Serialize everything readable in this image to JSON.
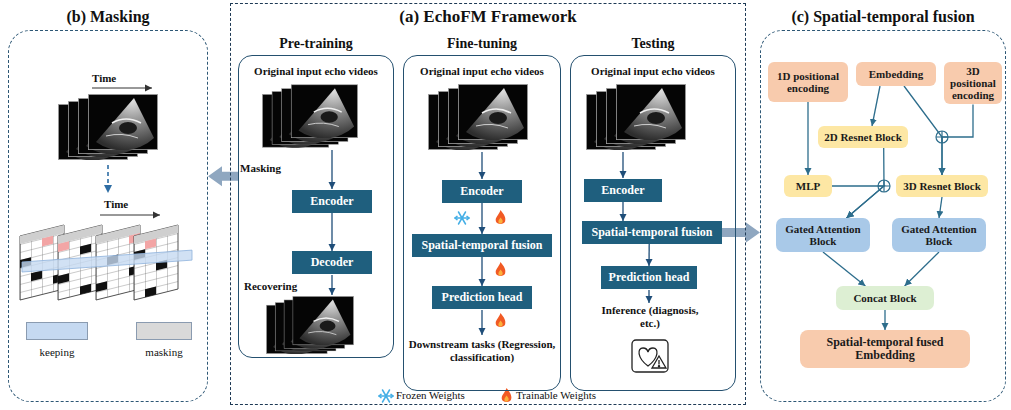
{
  "diagram": {
    "nodes": [
      {
        "text": [
          "(b) Masking"
        ]
      },
      {
        "text": [
          "(a) EchoFM Framework"
        ]
      },
      {
        "text": [
          "Pre-training",
          "Original input echo videos"
        ],
        "in": 1
      },
      {
        "text": [
          "Encoder"
        ],
        "in": 2
      },
      {
        "text": [
          "Decoder"
        ],
        "in": 2
      },
      {
        "text": [
          "Fine-tuning",
          "Original input echo videos"
        ],
        "in": 1
      },
      {
        "text": [
          "Encoder"
        ],
        "in": 5
      },
      {
        "text": [
          "Spatial-temporal fusion"
        ],
        "in": 5
      },
      {
        "text": [
          "Prediction head"
        ],
        "in": 5
      },
      {
        "text": [
          "Testing",
          "Original input echo videos"
        ],
        "in": 1
      },
      {
        "text": [
          "Encoder"
        ],
        "in": 9
      },
      {
        "text": [
          "Spatial-temporal fusion"
        ],
        "in": 9
      },
      {
        "text": [
          "Prediction head"
        ],
        "in": 9
      },
      {
        "text": [
          "(c) Spatial-temporal fusion"
        ]
      },
      {
        "text": [
          "1D positional encoding"
        ],
        "in": 13
      },
      {
        "text": [
          "Embedding"
        ],
        "in": 13
      },
      {
        "text": [
          "3D positional encoding"
        ],
        "in": 13
      },
      {
        "text": [
          "2D Resnet Block"
        ],
        "in": 13
      },
      {
        "text": [
          "MLP"
        ],
        "in": 13
      },
      {
        "text": [
          "3D Resnet Block"
        ],
        "in": 13
      },
      {
        "text": [
          "Gated Attention Block"
        ],
        "in": 13
      },
      {
        "text": [
          "Gated Attention Block"
        ],
        "in": 13
      },
      {
        "text": [
          "Concat Block"
        ],
        "in": 13
      },
      {
        "text": [
          "Spatial-temporal fused Embedding"
        ],
        "in": 13
      }
    ],
    "edges": [
      {
        "from": 2,
        "to": 0,
        "label": "Masking",
        "arrow": "to"
      },
      {
        "from": 3,
        "to": 4,
        "arrow": "to"
      },
      {
        "from": 6,
        "to": 7,
        "arrow": "to"
      },
      {
        "from": 7,
        "to": 8,
        "arrow": "to"
      },
      {
        "from": 10,
        "to": 11,
        "arrow": "to"
      },
      {
        "from": 11,
        "to": 12,
        "arrow": "to"
      },
      {
        "from": 11,
        "to": 13,
        "arrow": "to"
      },
      {
        "from": 15,
        "to": 17,
        "arrow": "to"
      },
      {
        "from": 15,
        "to": 19,
        "arrow": "to"
      },
      {
        "from": 16,
        "to": 19,
        "arrow": "to"
      },
      {
        "from": 14,
        "to": 18,
        "arrow": "to"
      },
      {
        "from": 18,
        "to": 20,
        "arrow": "to"
      },
      {
        "from": 17,
        "to": 20,
        "arrow": "to"
      },
      {
        "from": 19,
        "to": 21,
        "arrow": "to"
      },
      {
        "from": 20,
        "to": 22,
        "arrow": "to"
      },
      {
        "from": 21,
        "to": 22,
        "arrow": "to"
      },
      {
        "from": 22,
        "to": 23,
        "arrow": "to"
      }
    ],
    "labels": [
      "Time",
      "Time",
      "Recovering",
      "Downstream tasks (Regression, classification)",
      "Inference (diagnosis, etc.)"
    ],
    "legend": [
      {
        "text": "keeping",
        "color": "#c5d9f1"
      },
      {
        "text": "masking",
        "color": "#d9d9d9"
      },
      {
        "text": "Frozen Weights"
      },
      {
        "text": "Trainable Weights"
      }
    ]
  }
}
